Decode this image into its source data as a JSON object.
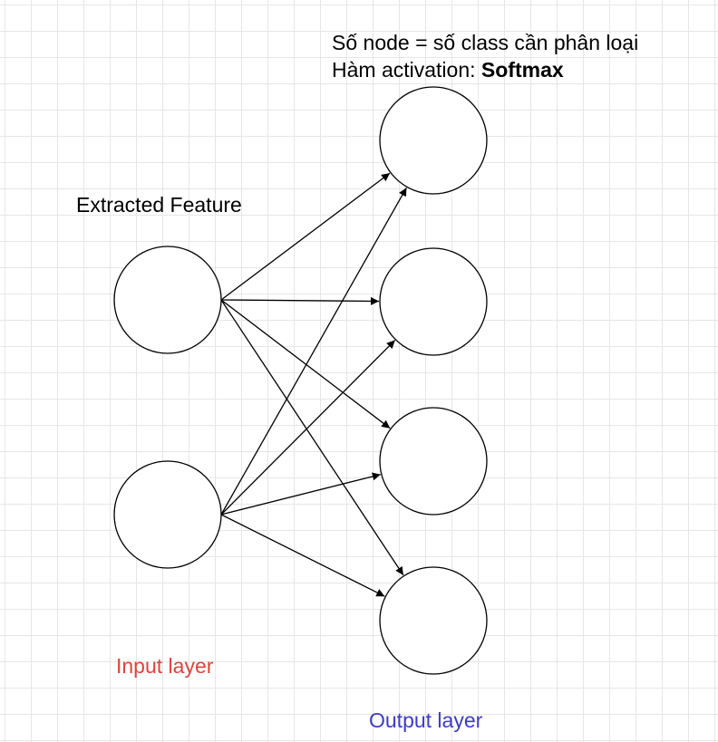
{
  "notes": {
    "line1": "Số node = số class cần phân loại",
    "line2_prefix": "Hàm activation: ",
    "line2_bold": "Softmax"
  },
  "labels": {
    "feature": "Extracted Feature",
    "input_layer": "Input layer",
    "output_layer": "Output layer"
  },
  "colors": {
    "input_layer": "#e0443a",
    "output_layer": "#3c3cc8",
    "stroke": "#000000"
  },
  "network": {
    "input_nodes": 2,
    "output_nodes": 4
  }
}
